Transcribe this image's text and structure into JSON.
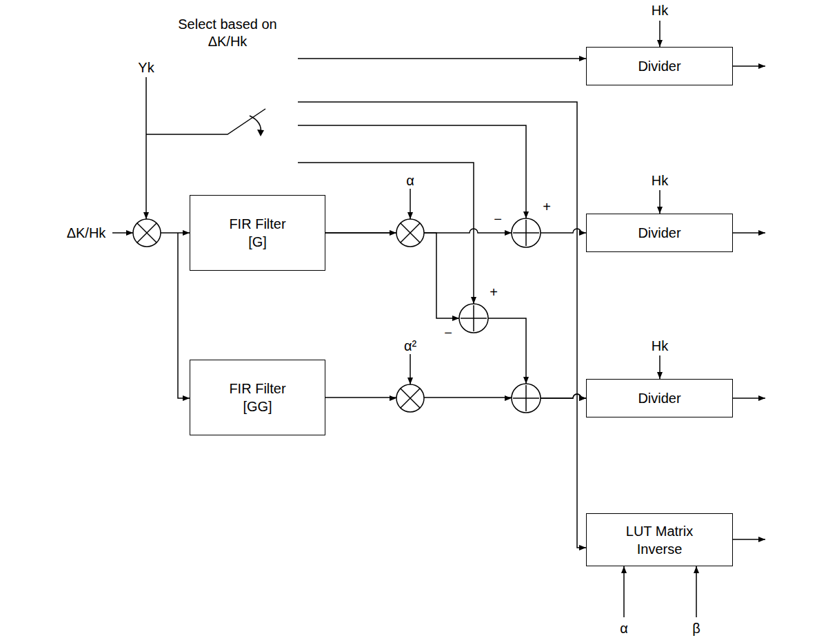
{
  "diagram": {
    "nodes": [
      {
        "text": [
          "Divider"
        ]
      },
      {
        "text": [
          "FIR Filter [G]"
        ]
      },
      {
        "text": [
          "Divider"
        ]
      },
      {
        "text": [
          "FIR Filter [GG]"
        ]
      },
      {
        "text": [
          "Divider"
        ]
      },
      {
        "text": [
          "LUT Matrix Inverse"
        ]
      }
    ],
    "edges": [
      {
        "from": 1,
        "to": 2,
        "arrow": "to"
      },
      {
        "from": 1,
        "to": 4,
        "arrow": "to"
      },
      {
        "from": 3,
        "to": 4,
        "arrow": "to"
      }
    ],
    "labels": [
      "Select based on ΔK/Hk",
      "Yk",
      "ΔK/Hk",
      "Hk",
      "Hk",
      "Hk",
      "α",
      "α²",
      "+",
      "−",
      "+",
      "−",
      "α",
      "β"
    ]
  }
}
